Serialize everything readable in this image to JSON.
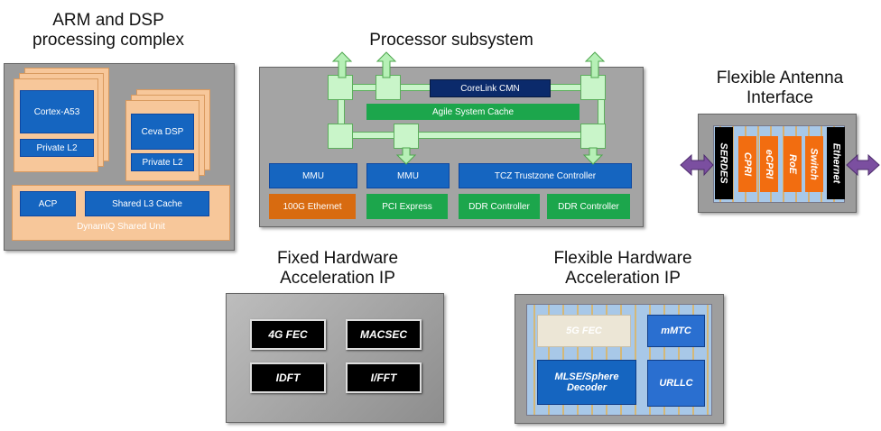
{
  "arm_dsp": {
    "title_line1": "ARM and DSP",
    "title_line2": "processing complex",
    "cortex_label": "Cortex-A53",
    "ceva_label": "Ceva DSP",
    "private_l2_left": "Private L2",
    "private_l2_right": "Private L2",
    "acp_label": "ACP",
    "l3_label": "Shared L3 Cache",
    "dynamiq_label": "DynamIQ Shared Unit"
  },
  "processor": {
    "title": "Processor subsystem",
    "corelink_label": "CoreLink CMN",
    "agile_cache_label": "Agile System Cache",
    "mmu1_label": "MMU",
    "mmu2_label": "MMU",
    "tcz_label": "TCZ Trustzone Controller",
    "ethernet_label": "100G Ethernet",
    "pci_label": "PCI Express",
    "ddr1_label": "DDR Controller",
    "ddr2_label": "DDR Controller"
  },
  "antenna": {
    "title_line1": "Flexible Antenna",
    "title_line2": "Interface",
    "serdes_label": "SERDES",
    "cpri_label": "CPRI",
    "ecpri_label": "eCPRI",
    "roe_label": "RoE",
    "switch_label": "Switch",
    "ethernet_label": "Ethernet"
  },
  "fixed_hw": {
    "title_line1": "Fixed Hardware",
    "title_line2": "Acceleration IP",
    "fec_label": "4G FEC",
    "macsec_label": "MACSEC",
    "idft_label": "IDFT",
    "ifft_label": "I/FFT"
  },
  "flex_hw": {
    "title_line1": "Flexible Hardware",
    "title_line2": "Acceleration IP",
    "fec5g_label": "5G FEC",
    "mmtc_label": "mMTC",
    "mlse_label": "MLSE/Sphere Decoder",
    "urllc_label": "URLLC"
  },
  "colors": {
    "gray_panel": "#9a9a9a",
    "orange_core": "#f7c79a",
    "blue_block": "#1565c0",
    "green_block": "#1ca64c",
    "navy_block": "#0b2a6b",
    "ethernet_orange": "#e07010",
    "arrow_purple": "#7b4fa0"
  }
}
